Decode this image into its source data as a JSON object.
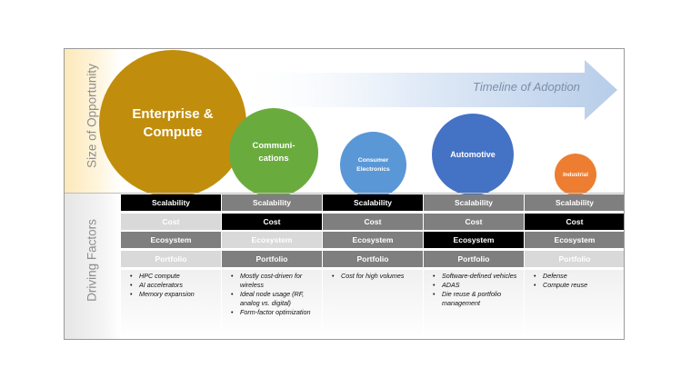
{
  "axis_labels": {
    "top": "Size of Opportunity",
    "bottom": "Driving Factors"
  },
  "timeline_label": "Timeline of Adoption",
  "bubbles": [
    {
      "line1": "Enterprise &",
      "line2": "Compute",
      "color": "#c18d0c"
    },
    {
      "line1": "Communi-",
      "line2": "cations",
      "color": "#6aab3e"
    },
    {
      "line1": "Consumer",
      "line2": "Electronics",
      "color": "#5a97d6"
    },
    {
      "line1": "Automotive",
      "line2": "",
      "color": "#4472c4"
    },
    {
      "line1": "Industrial",
      "line2": "",
      "color": "#ed7d31"
    }
  ],
  "columns": [
    {
      "cells": [
        {
          "label": "Scalability",
          "shade": "black"
        },
        {
          "label": "Cost",
          "shade": "light"
        },
        {
          "label": "Ecosystem",
          "shade": "dark"
        },
        {
          "label": "Portfolio",
          "shade": "light"
        }
      ],
      "bullets": [
        "HPC compute",
        "AI accelerators",
        "Memory expansion"
      ]
    },
    {
      "cells": [
        {
          "label": "Scalability",
          "shade": "dark"
        },
        {
          "label": "Cost",
          "shade": "black"
        },
        {
          "label": "Ecosystem",
          "shade": "light"
        },
        {
          "label": "Portfolio",
          "shade": "dark"
        }
      ],
      "bullets": [
        "Mostly cost-driven for wireless",
        "Ideal node usage (RF, analog vs. digital)",
        "Form-factor optimization"
      ]
    },
    {
      "cells": [
        {
          "label": "Scalability",
          "shade": "black"
        },
        {
          "label": "Cost",
          "shade": "dark"
        },
        {
          "label": "Ecosystem",
          "shade": "dark"
        },
        {
          "label": "Portfolio",
          "shade": "dark"
        }
      ],
      "bullets": [
        "Cost for high volumes"
      ]
    },
    {
      "cells": [
        {
          "label": "Scalability",
          "shade": "dark"
        },
        {
          "label": "Cost",
          "shade": "dark"
        },
        {
          "label": "Ecosystem",
          "shade": "black"
        },
        {
          "label": "Portfolio",
          "shade": "dark"
        }
      ],
      "bullets": [
        "Software-defined vehicles",
        "ADAS",
        "Die reuse & portfolio management"
      ]
    },
    {
      "cells": [
        {
          "label": "Scalability",
          "shade": "dark"
        },
        {
          "label": "Cost",
          "shade": "black"
        },
        {
          "label": "Ecosystem",
          "shade": "dark"
        },
        {
          "label": "Portfolio",
          "shade": "light"
        }
      ],
      "bullets": [
        "Defense",
        "Compute reuse"
      ]
    }
  ]
}
